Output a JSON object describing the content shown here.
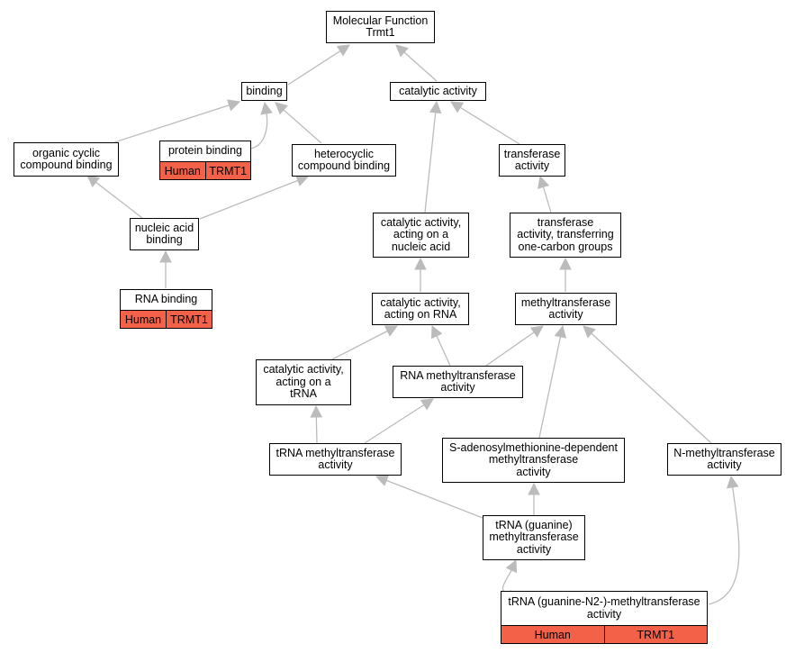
{
  "diagram": {
    "edge_color": "#bbbbbb",
    "annotation_color": "#f26148",
    "nodes": [
      {
        "id": "mf",
        "label": "Molecular Function\nTrmt1"
      },
      {
        "id": "binding",
        "label": "binding"
      },
      {
        "id": "catalytic",
        "label": "catalytic activity"
      },
      {
        "id": "organic",
        "label": "organic cyclic\ncompound binding"
      },
      {
        "id": "protein",
        "label": "protein binding",
        "annotation": {
          "species": "Human",
          "gene": "TRMT1"
        }
      },
      {
        "id": "heterocyclic",
        "label": "heterocyclic\ncompound binding"
      },
      {
        "id": "transferase",
        "label": "transferase\nactivity"
      },
      {
        "id": "nucleicbind",
        "label": "nucleic acid\nbinding"
      },
      {
        "id": "catnucleic",
        "label": "catalytic activity,\nacting on a\nnucleic acid"
      },
      {
        "id": "onecarbon",
        "label": "transferase\nactivity, transferring\none-carbon groups"
      },
      {
        "id": "rnabind",
        "label": "RNA binding",
        "annotation": {
          "species": "Human",
          "gene": "TRMT1"
        }
      },
      {
        "id": "catrna",
        "label": "catalytic activity,\nacting on RNA"
      },
      {
        "id": "methyl",
        "label": "methyltransferase\nactivity"
      },
      {
        "id": "cattrna",
        "label": "catalytic activity,\nacting on a\ntRNA"
      },
      {
        "id": "rnamethyl",
        "label": "RNA methyltransferase\nactivity"
      },
      {
        "id": "trnamethyl",
        "label": "tRNA methyltransferase\nactivity"
      },
      {
        "id": "sadenosyl",
        "label": "S-adenosylmethionine-dependent\nmethyltransferase\nactivity"
      },
      {
        "id": "nmethyl",
        "label": "N-methyltransferase\nactivity"
      },
      {
        "id": "trnaguanine",
        "label": "tRNA (guanine)\nmethyltransferase\nactivity"
      },
      {
        "id": "trnan2",
        "label": "tRNA (guanine-N2-)-methyltransferase\nactivity",
        "annotation": {
          "species": "Human",
          "gene": "TRMT1"
        }
      }
    ],
    "edges": [
      {
        "from": "binding",
        "to": "mf"
      },
      {
        "from": "catalytic",
        "to": "mf"
      },
      {
        "from": "organic",
        "to": "binding"
      },
      {
        "from": "protein",
        "to": "binding"
      },
      {
        "from": "heterocyclic",
        "to": "binding"
      },
      {
        "from": "transferase",
        "to": "catalytic"
      },
      {
        "from": "catnucleic",
        "to": "catalytic"
      },
      {
        "from": "nucleicbind",
        "to": "organic"
      },
      {
        "from": "nucleicbind",
        "to": "heterocyclic"
      },
      {
        "from": "onecarbon",
        "to": "transferase"
      },
      {
        "from": "rnabind",
        "to": "nucleicbind"
      },
      {
        "from": "catrna",
        "to": "catnucleic"
      },
      {
        "from": "methyl",
        "to": "onecarbon"
      },
      {
        "from": "cattrna",
        "to": "catrna"
      },
      {
        "from": "rnamethyl",
        "to": "catrna"
      },
      {
        "from": "rnamethyl",
        "to": "methyl"
      },
      {
        "from": "sadenosyl",
        "to": "methyl"
      },
      {
        "from": "nmethyl",
        "to": "methyl"
      },
      {
        "from": "trnamethyl",
        "to": "cattrna"
      },
      {
        "from": "trnamethyl",
        "to": "rnamethyl"
      },
      {
        "from": "trnaguanine",
        "to": "trnamethyl"
      },
      {
        "from": "trnaguanine",
        "to": "sadenosyl"
      },
      {
        "from": "trnan2",
        "to": "trnaguanine"
      },
      {
        "from": "trnan2",
        "to": "nmethyl"
      }
    ]
  }
}
